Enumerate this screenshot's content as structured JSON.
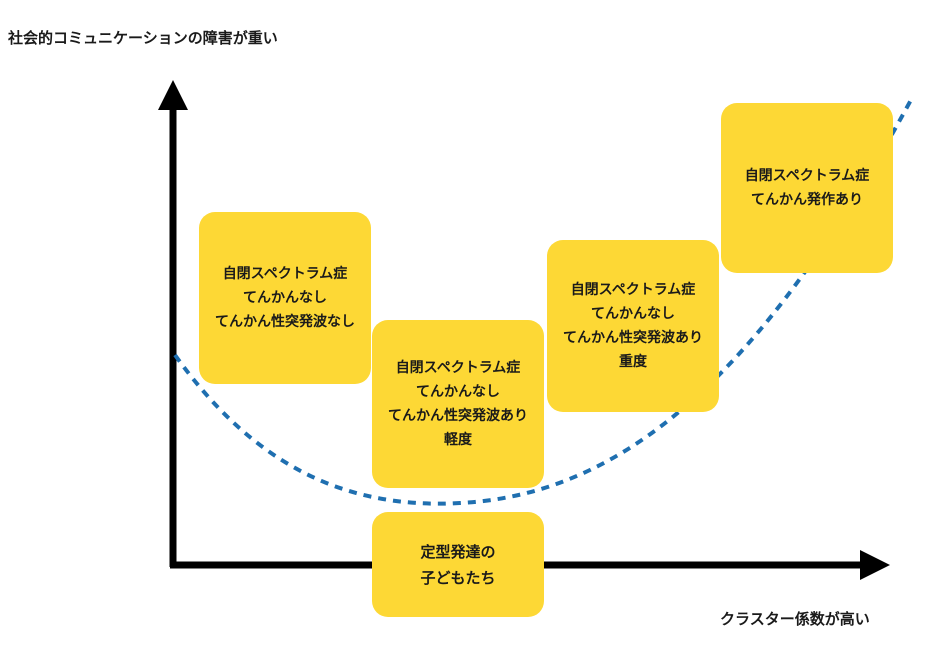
{
  "axes": {
    "y_label": "社会的コミュニケーションの障害が重い",
    "x_label": "クラスター係数が高い"
  },
  "colors": {
    "axis": "#000000",
    "box_fill": "#fdd835",
    "curve": "#1f6fb0",
    "text": "#1a1a1a"
  },
  "curve": {
    "style": "dashed",
    "shape": "u-shaped"
  },
  "boxes": {
    "typical": {
      "lines": [
        "定型発達の",
        "子どもたち"
      ]
    },
    "no_seizure_no_eeg": {
      "lines": [
        "自閉スペクトラム症",
        "てんかんなし",
        "てんかん性突発波なし"
      ]
    },
    "eeg_mild": {
      "lines": [
        "自閉スペクトラム症",
        "てんかんなし",
        "てんかん性突発波あり",
        "軽度"
      ]
    },
    "eeg_severe": {
      "lines": [
        "自閉スペクトラム症",
        "てんかんなし",
        "てんかん性突発波あり",
        "重度"
      ]
    },
    "seizure": {
      "lines": [
        "自閉スペクトラム症",
        "てんかん発作あり"
      ]
    }
  }
}
